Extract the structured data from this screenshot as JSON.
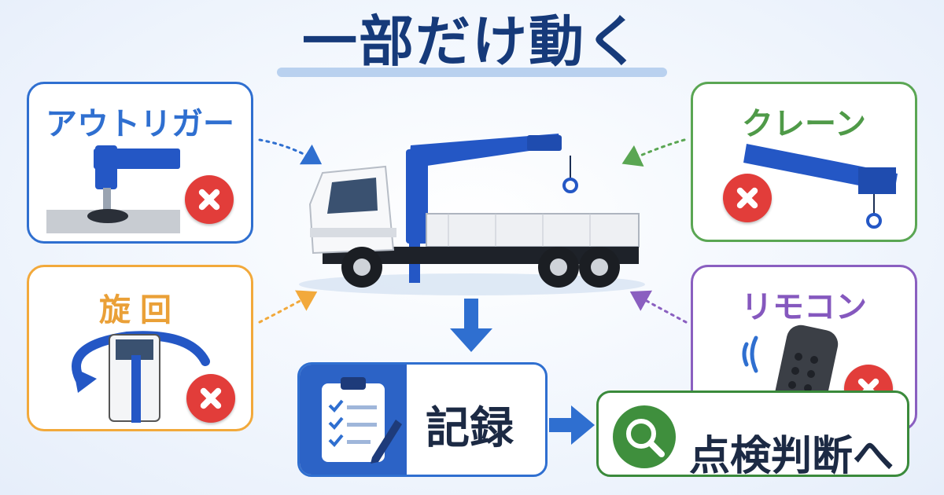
{
  "title": "一部だけ動く",
  "panels": {
    "outrigger": {
      "label": "アウトリガー",
      "status_icon": "x-mark-icon",
      "color": "#2f6fd0"
    },
    "rotation": {
      "label": "旋回",
      "status_icon": "x-mark-icon",
      "color": "#f2a93b"
    },
    "crane": {
      "label": "クレーン",
      "status_icon": "x-mark-icon",
      "color": "#5aa653"
    },
    "remote": {
      "label": "リモコン",
      "status_icon": "x-mark-icon",
      "color": "#8a5fc0"
    }
  },
  "record": {
    "label": "記録",
    "icon": "clipboard-checklist-icon"
  },
  "judgment": {
    "label": "点検判断へ",
    "icon": "magnifier-icon"
  },
  "colors": {
    "title": "#163a7a",
    "crane_blue": "#2457c5",
    "error_red": "#e23d3a"
  }
}
